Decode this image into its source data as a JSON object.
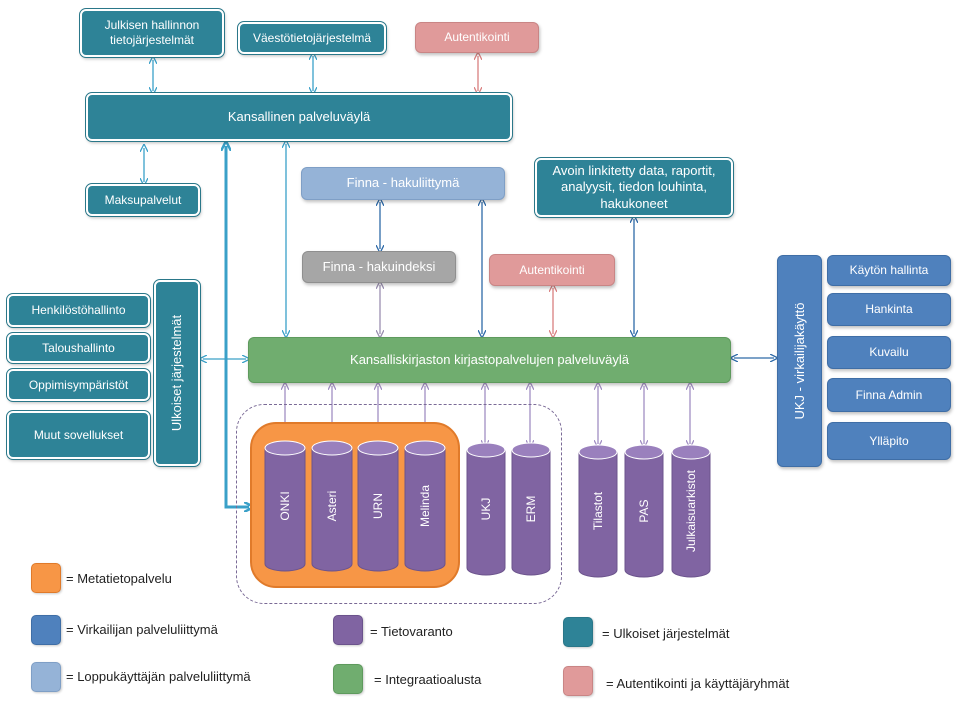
{
  "top": {
    "julkisen": "Julkisen hallinnon tietojärjestelmät",
    "vaesto": "Väestötietojärjestelmä",
    "autentikointi_top": "Autentikointi"
  },
  "kansallinen": "Kansallinen palveluväylä",
  "maksupalvelut": "Maksupalvelut",
  "finna_hakuliittyma": "Finna - hakuliittymä",
  "finna_hakuindeksi": "Finna - hakuindeksi",
  "avoin": "Avoin linkitetty data, raportit, analyysit, tiedon louhinta, hakukoneet",
  "autentikointi_mid": "Autentikointi",
  "left_systems": [
    "Henkilöstöhallinto",
    "Taloushallinto",
    "Oppimisympäristöt",
    "Muut sovellukset"
  ],
  "ulkoiset_vertical": "Ulkoiset järjestelmät",
  "kirjastoavayla": "Kansalliskirjaston kirjastopalvelujen palveluväylä",
  "uki_vertical": "UKJ - virkailijakäyttö",
  "right_items": [
    "Käytön hallinta",
    "Hankinta",
    "Kuvailu",
    "Finna Admin",
    "Ylläpito"
  ],
  "cylinders_meta": [
    "ONKI",
    "Asteri",
    "URN",
    "Melinda"
  ],
  "cylinders_other": [
    "UKJ",
    "ERM"
  ],
  "cylinders_right": [
    "Tilastot",
    "PAS",
    "Julkaisuarkistot"
  ],
  "legend": {
    "metatieto": "= Metatietopalvelu",
    "virkailijan": "= Virkailijan palveluliittymä",
    "loppukayttajan": "= Loppukäyttäjän palveluliittymä",
    "tietovaranto": "= Tietovaranto",
    "integraatio": "= Integraatioalusta",
    "ulkoiset": "= Ulkoiset järjestelmät",
    "autentikointi": "= Autentikointi ja käyttäjäryhmät"
  },
  "colors": {
    "teal": "#2e8397",
    "blue": "#4f81bd",
    "light_blue": "#95b3d7",
    "gray": "#a6a6a6",
    "pink": "#e09a9a",
    "green": "#70ad6f",
    "purple": "#8064a2",
    "orange": "#f79646"
  }
}
